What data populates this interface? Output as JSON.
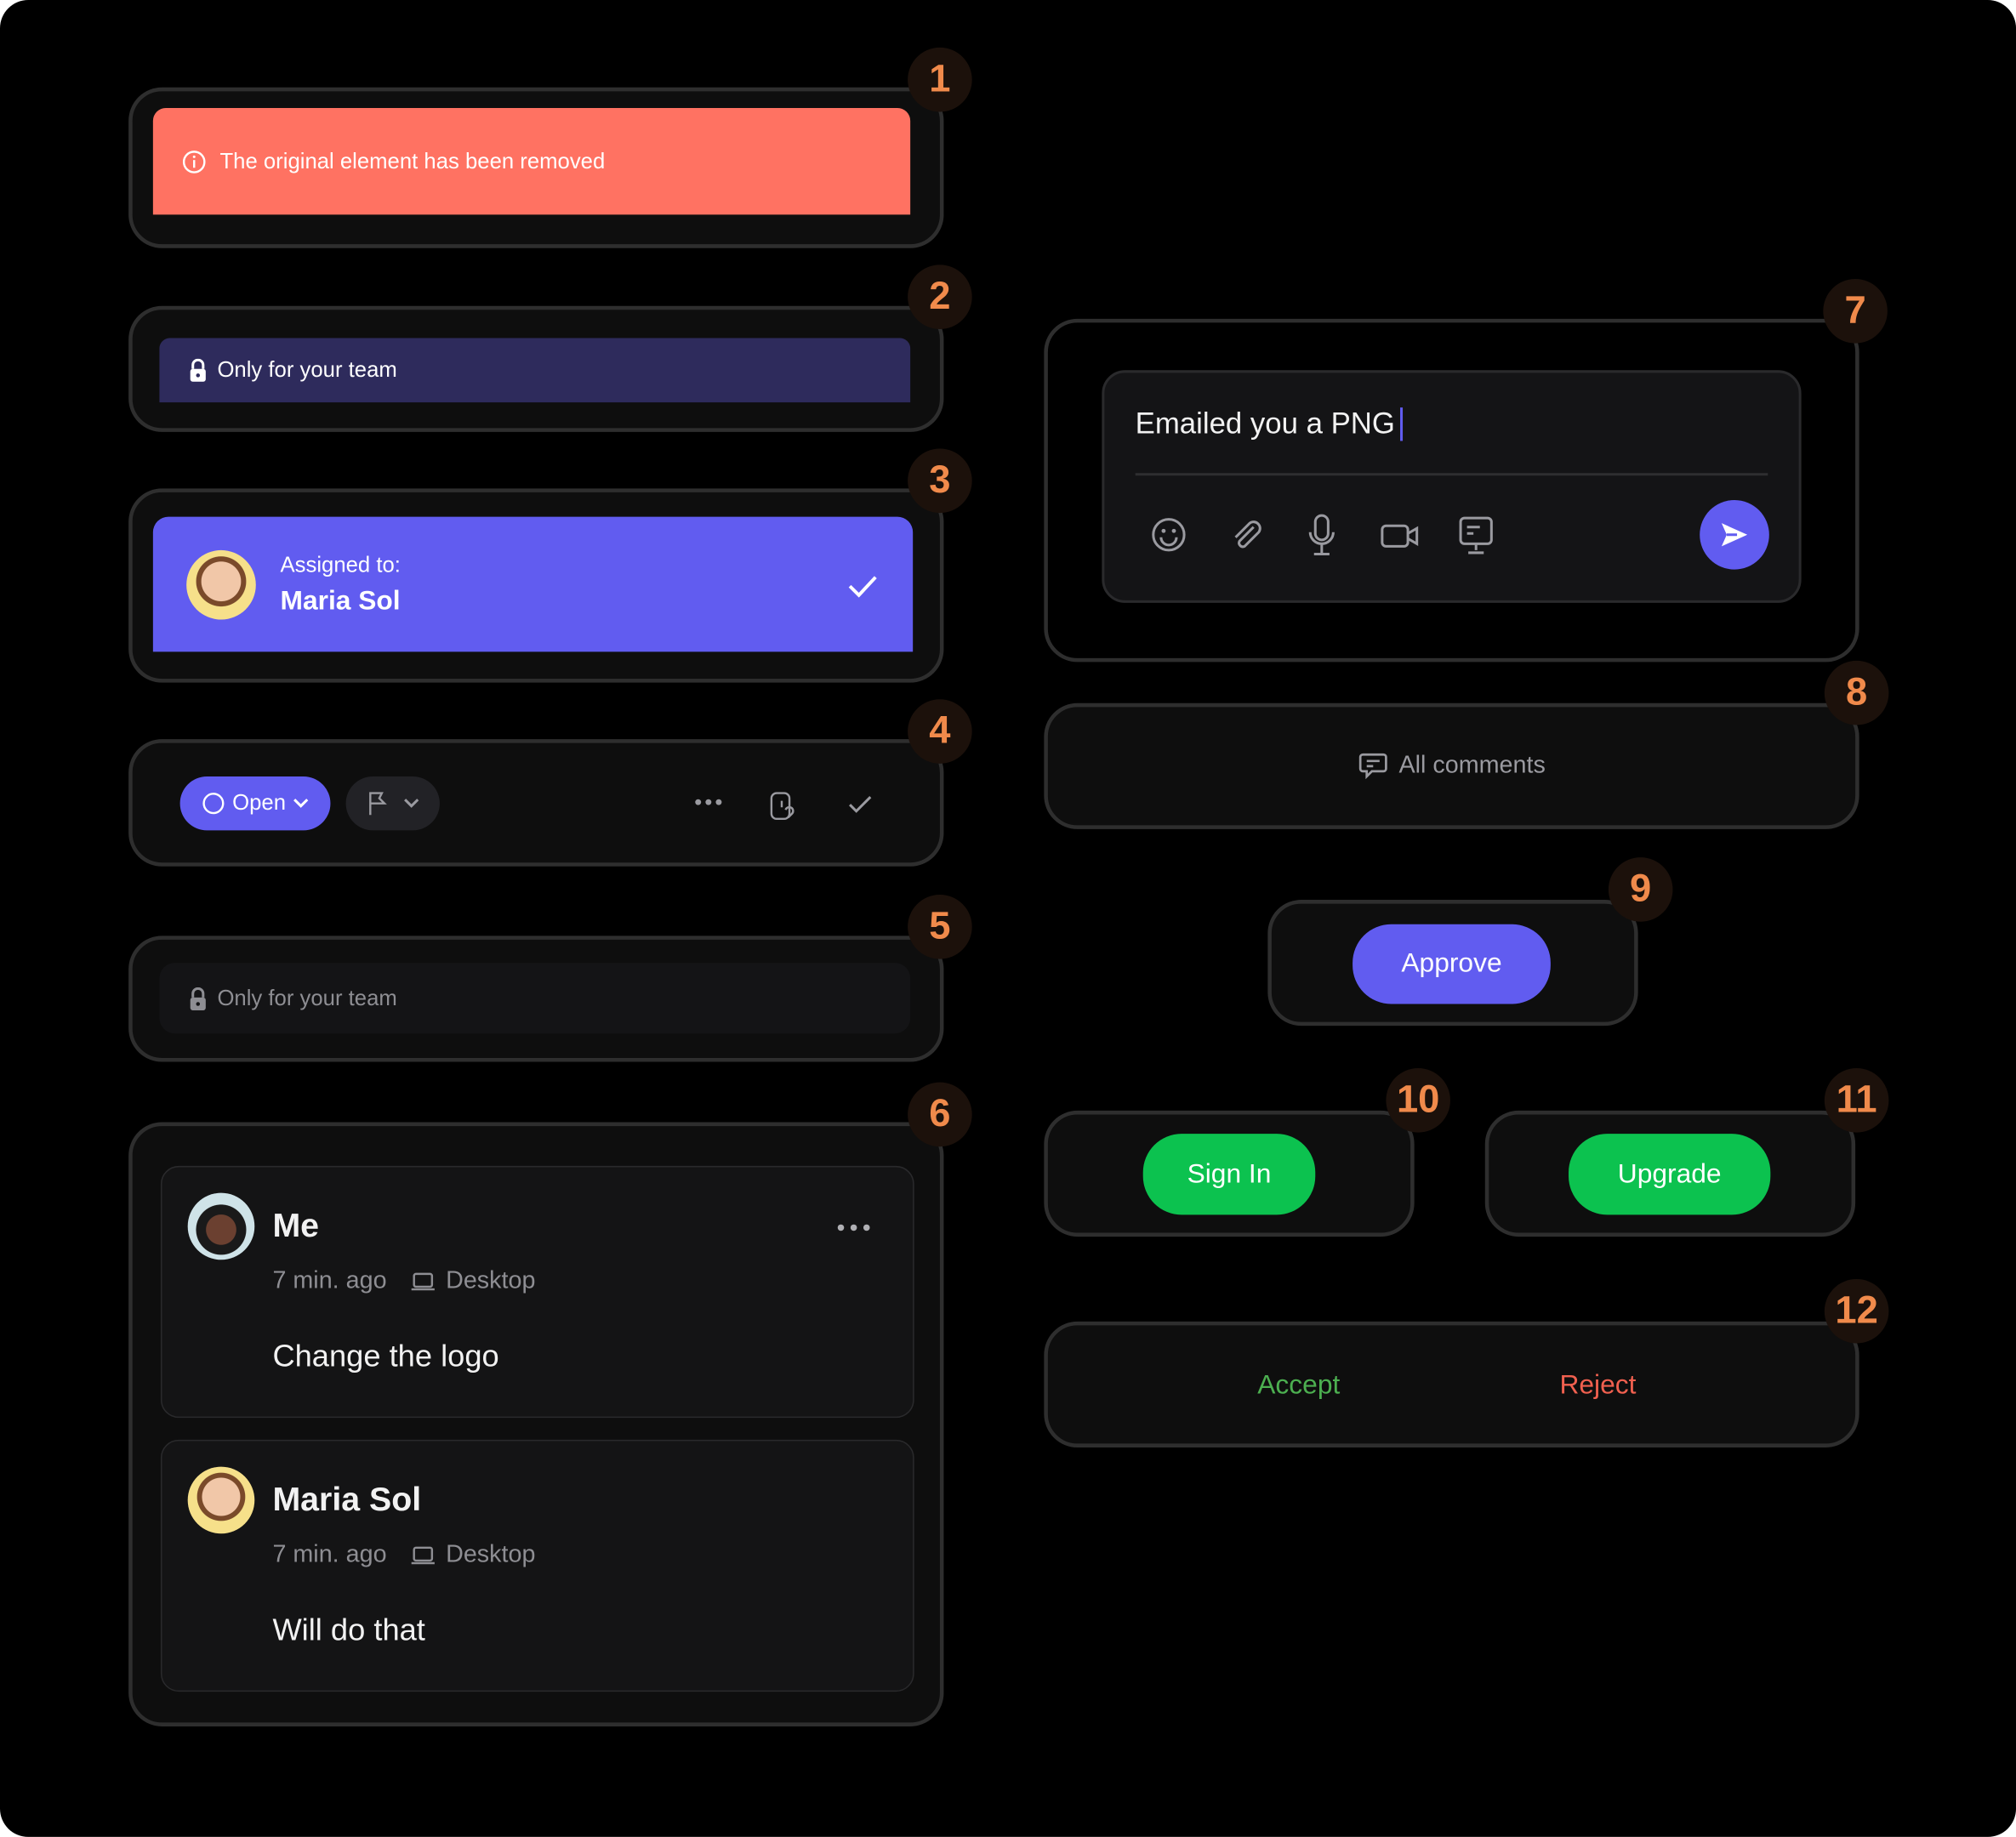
{
  "badges": [
    "1",
    "2",
    "3",
    "4",
    "5",
    "6",
    "7",
    "8",
    "9",
    "10",
    "11",
    "12"
  ],
  "removed_banner": {
    "text": "The original element has been removed",
    "icon": "info-icon"
  },
  "team_banner": {
    "text": "Only for your team",
    "icon": "lock-icon"
  },
  "assigned": {
    "label": "Assigned to:",
    "name": "Maria Sol",
    "icon": "check-icon"
  },
  "toolbar": {
    "status": "Open",
    "icons": [
      "flag-icon",
      "more-icon",
      "link-icon",
      "check-icon"
    ]
  },
  "team_banner_muted": {
    "text": "Only for your team"
  },
  "comments": [
    {
      "author": "Me",
      "time": "7 min. ago",
      "device": "Desktop",
      "message": "Change the logo"
    },
    {
      "author": "Maria Sol",
      "time": "7 min. ago",
      "device": "Desktop",
      "message": "Will do that"
    }
  ],
  "composer": {
    "value": "Emailed you a PNG",
    "icons": [
      "emoji-icon",
      "attach-icon",
      "mic-icon",
      "video-icon",
      "screen-icon",
      "send-icon"
    ]
  },
  "all_comments": {
    "label": "All comments"
  },
  "buttons": {
    "approve": "Approve",
    "sign_in": "Sign In",
    "upgrade": "Upgrade",
    "accept": "Accept",
    "reject": "Reject"
  },
  "colors": {
    "coral": "#ff7262",
    "indigo": "#615cf0",
    "navy": "#2e2b5c",
    "green": "#0cc24f",
    "badge": "#f08a4b",
    "accept": "#4caf50",
    "reject": "#f0604f"
  }
}
